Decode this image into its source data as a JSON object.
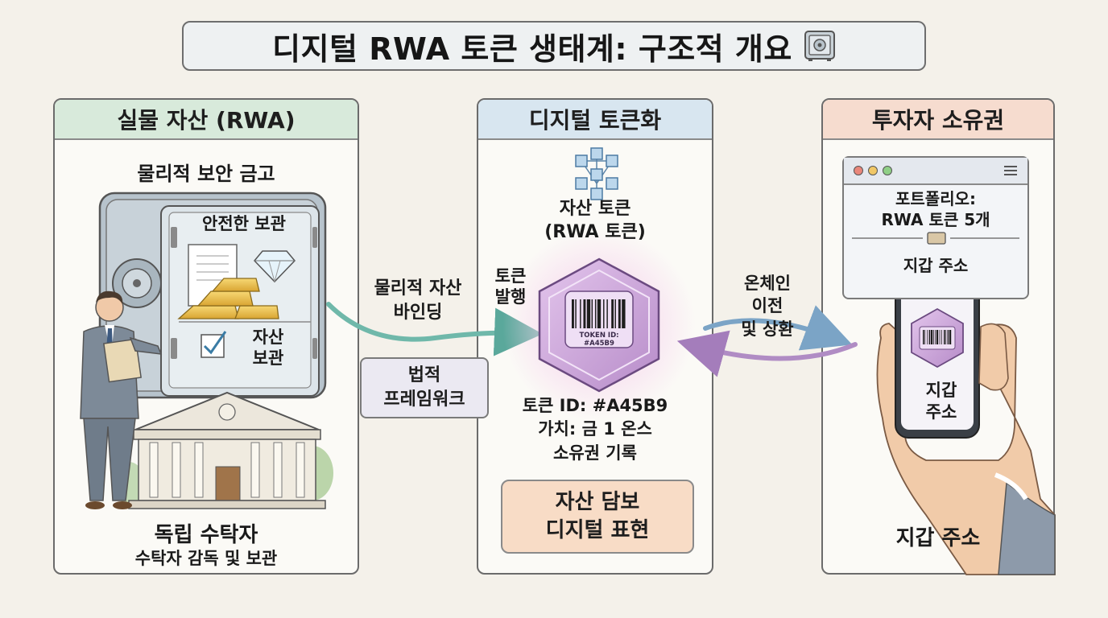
{
  "title": "디지털 RWA 토큰 생태계: 구조적 개요",
  "panels": {
    "physical": {
      "header": "실물 자산 (RWA)",
      "vault_label": "물리적 보안 금고",
      "safe_storage": "안전한 보관",
      "asset_storage": [
        "자산",
        "보관"
      ],
      "trustee": "독립 수탁자",
      "trustee_sub": "수탁자 감독 및 보관"
    },
    "tokenization": {
      "header": "디지털 토큰화",
      "asset_token": [
        "자산 토큰",
        "(RWA 토큰)"
      ],
      "token_chip": "TOKEN ID: #A45B9",
      "token_id": "토큰 ID: #A45B9",
      "token_value": "가치: 금 1 온스",
      "ownership": "소유권 기록",
      "representation": [
        "자산 담보",
        "디지털 표현"
      ]
    },
    "investor": {
      "header": "투자자 소유권",
      "portfolio": [
        "포트폴리오:",
        "RWA 토큰 5개"
      ],
      "wallet_address_browser": "지갑 주소",
      "wallet_address_phone": [
        "지갑",
        "주소"
      ],
      "wallet_address_bottom": "지갑 주소"
    }
  },
  "connectors": {
    "binding": [
      "물리적 자산",
      "바인딩"
    ],
    "legal": [
      "법적",
      "프레임워크"
    ],
    "issue": [
      "토큰",
      "발행"
    ],
    "onchain": [
      "온체인",
      "이전",
      "및 상환"
    ]
  },
  "colors": {
    "physical_header": "#d8eadb",
    "tokenization_header": "#d8e6f0",
    "investor_header": "#f6dccf",
    "token_purple": "#c9a3d9",
    "arrow_teal": "#6fb8aa",
    "arrow_purple": "#b08cc4"
  },
  "icons": [
    "safe-icon",
    "blockchain-network-icon",
    "document-icon",
    "diamond-icon",
    "gold-bars-icon",
    "checkbox-icon",
    "bank-building-icon",
    "wallet-icon",
    "menu-icon",
    "barcode-icon"
  ]
}
